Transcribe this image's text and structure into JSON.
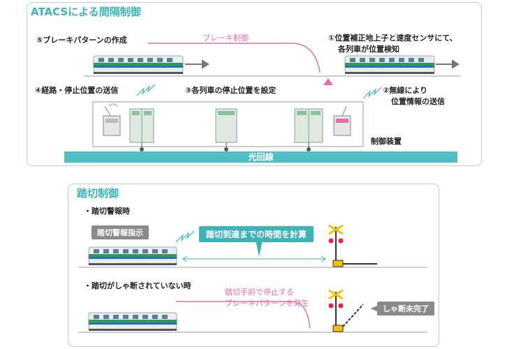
{
  "atacs": {
    "title": "ATACSによる間隔制御",
    "step5": "⑤ブレーキパターンの作成",
    "brake_control": "ブレーキ制御",
    "step1_line1": "①位置補正地上子と速度センサにて、",
    "step1_line2": "各列車が位置検知",
    "step4": "④経路・停止位置の送信",
    "step3": "③各列車の停止位置を設定",
    "step2_line1": "②無線により",
    "step2_line2": "位置情報の送信",
    "control_device": "制御装置",
    "fiber_line": "光回線"
  },
  "crossing": {
    "title": "踏切制御",
    "case1": "・踏切警報時",
    "warning_instruction": "踏切警報指示",
    "calc_time": "踏切到達までの時間を計算",
    "case2": "・踏切がしゃ断されていない時",
    "brake_line1": "踏切手前で停止する",
    "brake_line2": "ブレーキパターンを発生",
    "not_closed": "しゃ断未完了"
  },
  "colors": {
    "accent": "#3db3b8",
    "pink": "#e56fa6",
    "train_green": "#2e9a5a",
    "train_blue": "#2d6fb8"
  }
}
